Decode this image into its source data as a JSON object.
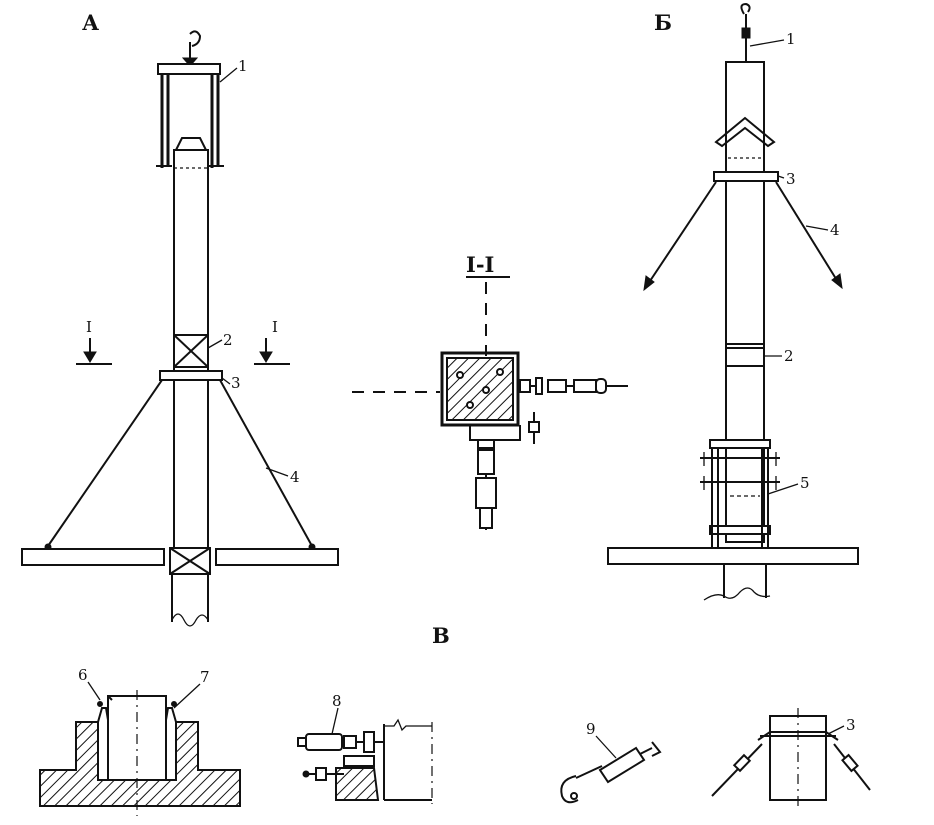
{
  "labels": {
    "view_a": "А",
    "view_b": "Б",
    "view_c": "В",
    "section": "I-I",
    "sec_left": "I",
    "sec_right": "I",
    "a1": "1",
    "a2": "2",
    "a3": "3",
    "a4": "4",
    "b1": "1",
    "b2": "2",
    "b3": "3",
    "b4": "4",
    "b5": "5",
    "c6": "6",
    "c7": "7",
    "c8": "8",
    "c9": "9",
    "c3": "3"
  }
}
